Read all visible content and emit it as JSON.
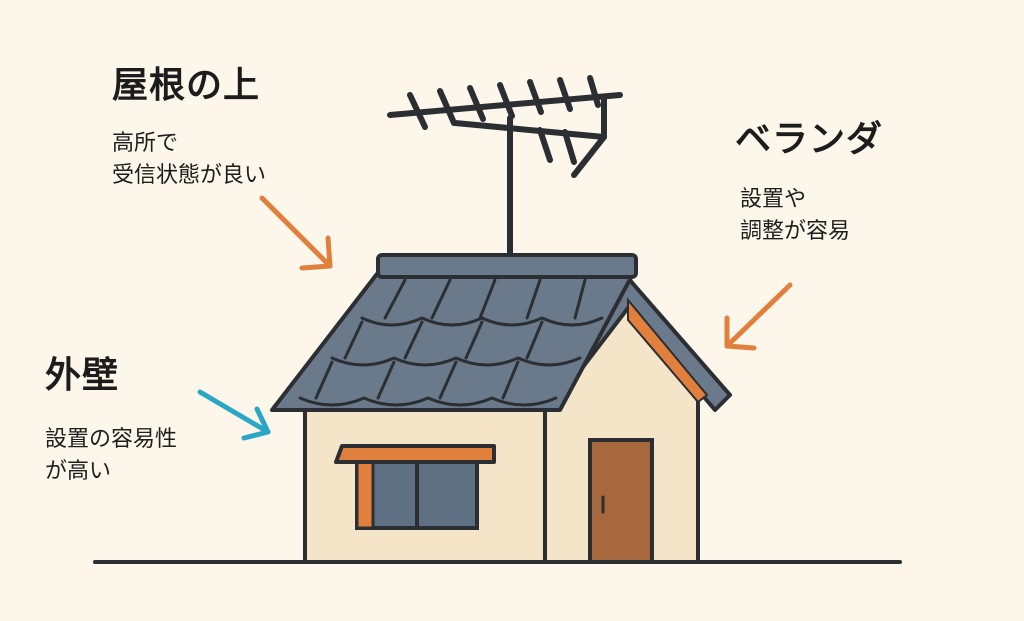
{
  "labels": {
    "roof": {
      "title": "屋根の上",
      "desc_lines": [
        "高所で",
        "受信状態が良い"
      ]
    },
    "veranda": {
      "title": "ベランダ",
      "desc_lines": [
        "設置や",
        "調整が容易"
      ]
    },
    "wall": {
      "title": "外壁",
      "desc_lines": [
        "設置の容易性",
        "が高い"
      ]
    }
  },
  "colors": {
    "background": "#fdf6ea",
    "roof_tiles": "#6b7a8a",
    "wall": "#f4e5c8",
    "outline": "#2b2f33",
    "accent_orange": "#e0803c",
    "accent_teal": "#2aa7c4",
    "door": "#a8683d",
    "window_glass": "#5f7082"
  },
  "icons": {
    "antenna": "tv-antenna-icon",
    "arrows": "pointer-arrow-icon"
  }
}
